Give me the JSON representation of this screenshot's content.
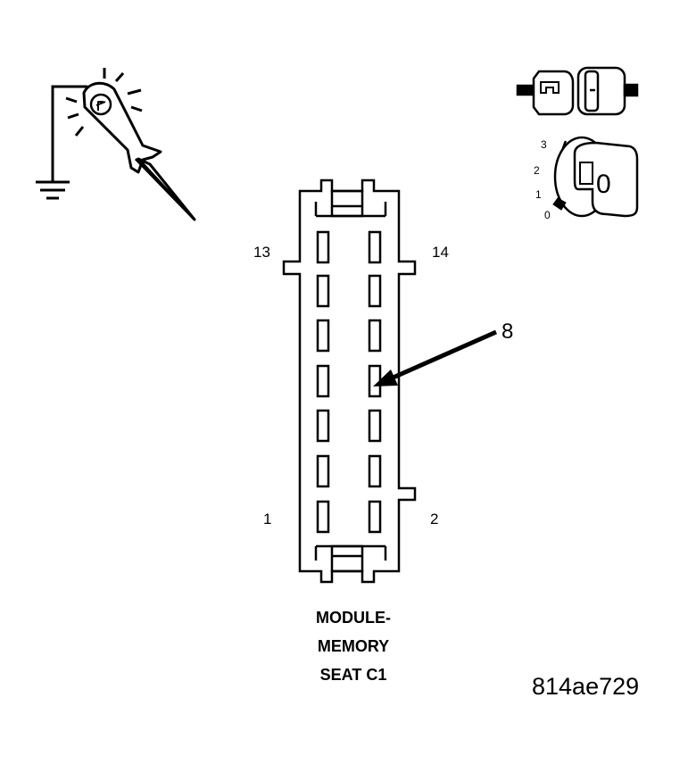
{
  "connector": {
    "pin_labels": {
      "top_left": "13",
      "top_right": "14",
      "bottom_left": "1",
      "bottom_right": "2"
    },
    "callout_pin": "8",
    "caption": [
      "MODULE-",
      "MEMORY",
      "SEAT C1"
    ]
  },
  "ignition": {
    "key_position": "0",
    "positions": [
      "3",
      "2",
      "1",
      "0"
    ]
  },
  "figure_id": "814ae729",
  "icons": [
    "test-probe-icon",
    "ground-symbol-icon",
    "disconnected-connector-icon",
    "ignition-key-icon"
  ]
}
